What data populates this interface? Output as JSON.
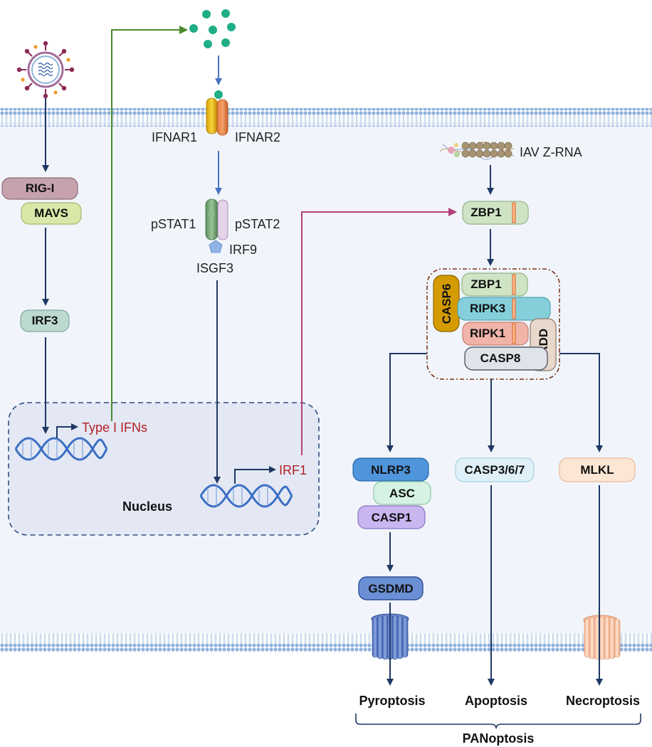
{
  "colors": {
    "cytoplasm": "#f1f5fb",
    "membrane": "#a7bfe0",
    "nucleus_fill": "#e3e8f4",
    "nucleus_border": "#2f4f7f",
    "arrow_navy": "#1f3864",
    "arrow_green": "#4a8a2a",
    "arrow_magenta": "#b5407a",
    "ifn_particle": "#1fae86",
    "dna_blue": "#3b6fc4",
    "red_text": "#b21f24"
  },
  "icons": {
    "virus": "virus-icon",
    "ifn": "interferon-particle-icon",
    "receptor": "ifnar-receptor-icon",
    "zrna": "z-rna-icon",
    "dna": "dna-helix-icon",
    "pore": "membrane-pore-icon"
  },
  "left_pathway": {
    "rig_i": "RIG-I",
    "mavs": "MAVS",
    "irf3": "IRF3",
    "type_i_ifns": "Type I IFNs"
  },
  "receptor": {
    "ifnar1": "IFNAR1",
    "ifnar2": "IFNAR2",
    "pstat1": "pSTAT1",
    "pstat2": "pSTAT2",
    "irf9": "IRF9",
    "isgf3": "ISGF3",
    "irf1": "IRF1"
  },
  "nucleus": {
    "label": "Nucleus"
  },
  "zbp1_pathway": {
    "z_rna": "IAV Z-RNA",
    "zbp1": "ZBP1",
    "complex": {
      "casp6": "CASP6",
      "zbp1": "ZBP1",
      "ripk3": "RIPK3",
      "ripk1": "RIPK1",
      "casp8": "CASP8",
      "fadd": "FADD"
    }
  },
  "branches": {
    "nlrp3": "NLRP3",
    "asc": "ASC",
    "casp1": "CASP1",
    "gsdmd": "GSDMD",
    "casp367": "CASP3/6/7",
    "mlkl": "MLKL"
  },
  "outcomes": {
    "pyroptosis": "Pyroptosis",
    "apoptosis": "Apoptosis",
    "necroptosis": "Necroptosis",
    "panoptosis": "PANoptosis"
  }
}
